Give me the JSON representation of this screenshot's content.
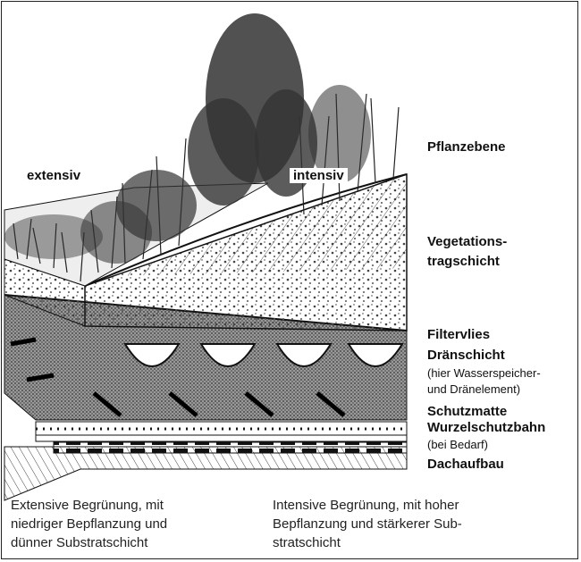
{
  "diagram": {
    "tags": {
      "extensive": "extensiv",
      "intensive": "intensiv"
    },
    "layers": {
      "plant_level": "Pflanzebene",
      "vegetation_1": "Vegetations-",
      "vegetation_2": "tragschicht",
      "filter": "Filtervlies",
      "drainage": "Dränschicht",
      "drainage_note_1": "(hier Wasserspeicher-",
      "drainage_note_2": "und Dränelement)",
      "protection_mat": "Schutzmatte",
      "root_barrier": "Wurzelschutzbahn",
      "root_barrier_note": "(bei Bedarf)",
      "roof": "Dachaufbau"
    }
  },
  "captions": {
    "extensive": "Extensive Begrünung, mit\nniedriger Bepflanzung und\ndünner Substratschicht",
    "intensive": "Intensive Begrünung, mit hoher\nBepflanzung und stärkerer Sub-\nstratschicht"
  }
}
